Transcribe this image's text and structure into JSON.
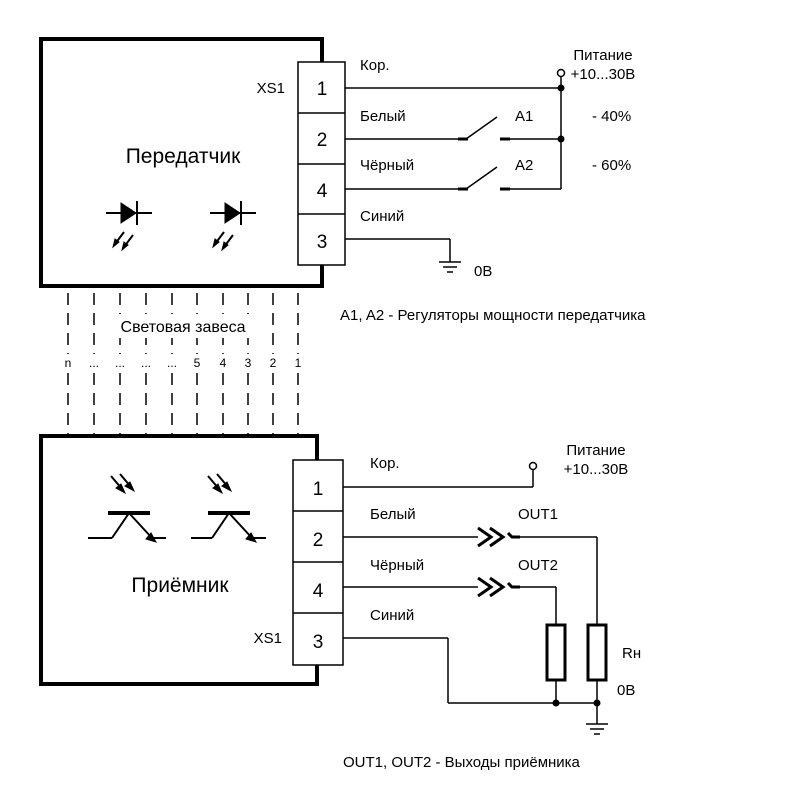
{
  "transmitter": {
    "title": "Передатчик",
    "connector": "XS1",
    "pins": [
      "1",
      "2",
      "4",
      "3"
    ],
    "wires": [
      "Кор.",
      "Белый",
      "Чёрный",
      "Синий"
    ],
    "power": [
      "Питание",
      "+10...30В"
    ],
    "switches": [
      "A1",
      "A2"
    ],
    "levels": [
      "- 40%",
      "- 60%"
    ],
    "ground": "0В",
    "note": "A1, A2 - Регуляторы мощности передатчика"
  },
  "curtain": {
    "label": "Световая завеса",
    "beams": [
      "n",
      "...",
      "...",
      "...",
      "...",
      "5",
      "4",
      "3",
      "2",
      "1"
    ]
  },
  "receiver": {
    "title": "Приёмник",
    "connector": "XS1",
    "pins": [
      "1",
      "2",
      "4",
      "3"
    ],
    "wires": [
      "Кор.",
      "Белый",
      "Чёрный",
      "Синий"
    ],
    "power": [
      "Питание",
      "+10...30В"
    ],
    "outputs": [
      "OUT1",
      "OUT2"
    ],
    "load": "Rн",
    "ground": "0В",
    "note": "OUT1, OUT2 - Выходы приёмника"
  }
}
